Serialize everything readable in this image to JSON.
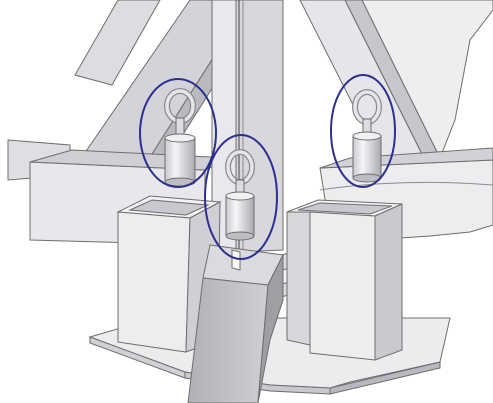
{
  "colors": {
    "background": "#ffffff",
    "edge": "#6e6e6e",
    "light_face": "#ececef",
    "mid_face": "#d9d9de",
    "dark_face": "#b8b8be",
    "shadow_face": "#9d9da4",
    "highlight_ellipse": "#2b2f8f"
  },
  "highlights": [
    {
      "id": "left-eyebolt",
      "count_index": 1
    },
    {
      "id": "center-eyebolt",
      "count_index": 2
    },
    {
      "id": "right-eyebolt",
      "count_index": 3
    }
  ]
}
